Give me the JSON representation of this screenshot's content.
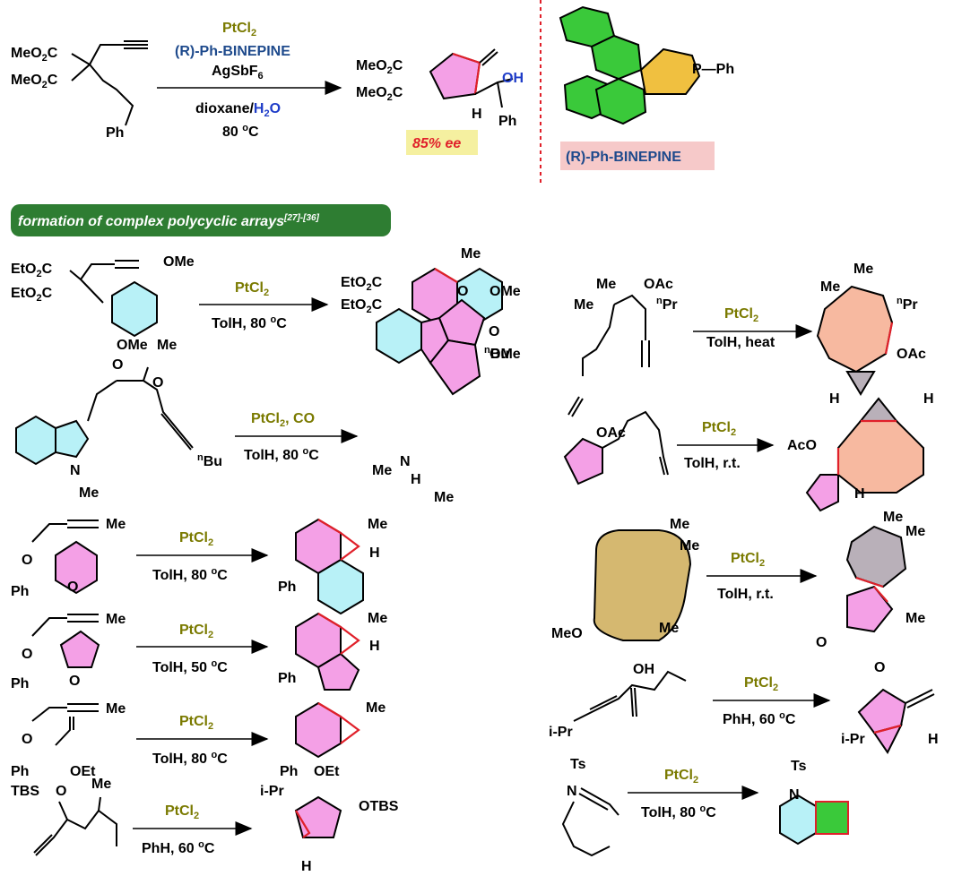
{
  "colors": {
    "catalyst": "#7a7a00",
    "ligand": "#1e4a8c",
    "ee_text": "#e0202a",
    "ee_bg": "#f5f0a0",
    "banner_bg": "#2e7d32",
    "ligand_label_bg": "#f6c9c9",
    "divider": "#e0202a",
    "ring_pink": "#f4a0e6",
    "ring_cyan": "#b8f1f7",
    "ring_orange": "#f7b9a0",
    "ring_gold": "#d5b870",
    "ring_gray": "#b9b0b9",
    "ring_green": "#3ac93a",
    "ring_yellow": "#f0c040"
  },
  "top": {
    "sm_labels": [
      "MeO2C",
      "MeO2C",
      "Ph"
    ],
    "reagents": [
      "PtCl2",
      "(R)-Ph-BINEPINE",
      "AgSbF6",
      "dioxane/H2O",
      "80 oC"
    ],
    "product_labels": [
      "MeO2C",
      "MeO2C",
      "OH",
      "H",
      "Ph"
    ],
    "ee": "85% ee",
    "ligand_name": "(R)-Ph-BINEPINE",
    "ligand_atom": "P—Ph"
  },
  "banner": {
    "text": "formation of complex polycyclic arrays",
    "superscript": "[27]-[36]"
  },
  "reactions": [
    {
      "id": "r1",
      "reagent": "PtCl2",
      "conditions": "TolH, 80 oC"
    },
    {
      "id": "r2",
      "reagent": "PtCl2, CO",
      "conditions": "TolH, 80 oC"
    },
    {
      "id": "r3",
      "reagent": "PtCl2",
      "conditions": "TolH, 80 oC"
    },
    {
      "id": "r4",
      "reagent": "PtCl2",
      "conditions": "TolH, 50 oC"
    },
    {
      "id": "r5",
      "reagent": "PtCl2",
      "conditions": "TolH, 80 oC"
    },
    {
      "id": "r6",
      "reagent": "PtCl2",
      "conditions": "PhH, 60 oC"
    },
    {
      "id": "r7",
      "reagent": "PtCl2",
      "conditions": "TolH, heat"
    },
    {
      "id": "r8",
      "reagent": "PtCl2",
      "conditions": "TolH, r.t."
    },
    {
      "id": "r9",
      "reagent": "PtCl2",
      "conditions": "TolH, r.t."
    },
    {
      "id": "r10",
      "reagent": "PtCl2",
      "conditions": "PhH, 60 oC"
    },
    {
      "id": "r11",
      "reagent": "PtCl2",
      "conditions": "TolH, 80 oC"
    }
  ],
  "labels": {
    "EtO2C": "EtO2C",
    "OMe": "OMe",
    "Me": "Me",
    "OAc": "OAc",
    "AcO": "AcO",
    "nPr": "nPr",
    "nBu": "nBu",
    "O": "O",
    "N": "N",
    "H": "H",
    "Ph": "Ph",
    "OEt": "OEt",
    "TBS": "TBS",
    "OTBS": "OTBS",
    "iPr": "i-Pr",
    "MeO": "MeO",
    "Ts": "Ts",
    "OH": "OH"
  }
}
